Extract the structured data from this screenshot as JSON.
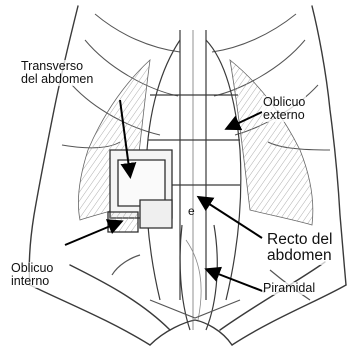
{
  "figure": {
    "labels": {
      "transverso": [
        "Transverso",
        "del abdomen"
      ],
      "oblicuo_externo": [
        "Oblicuo",
        "externo"
      ],
      "recto": [
        "Recto del",
        "abdomen"
      ],
      "oblicuo_interno": [
        "Oblicuo",
        "interno"
      ],
      "piramidal": "Piramidal",
      "ombligo": "e"
    },
    "colors": {
      "line": "#3a3a3a",
      "hatch": "#8a8a8a",
      "text": "#111111",
      "arrow": "#000000"
    }
  }
}
